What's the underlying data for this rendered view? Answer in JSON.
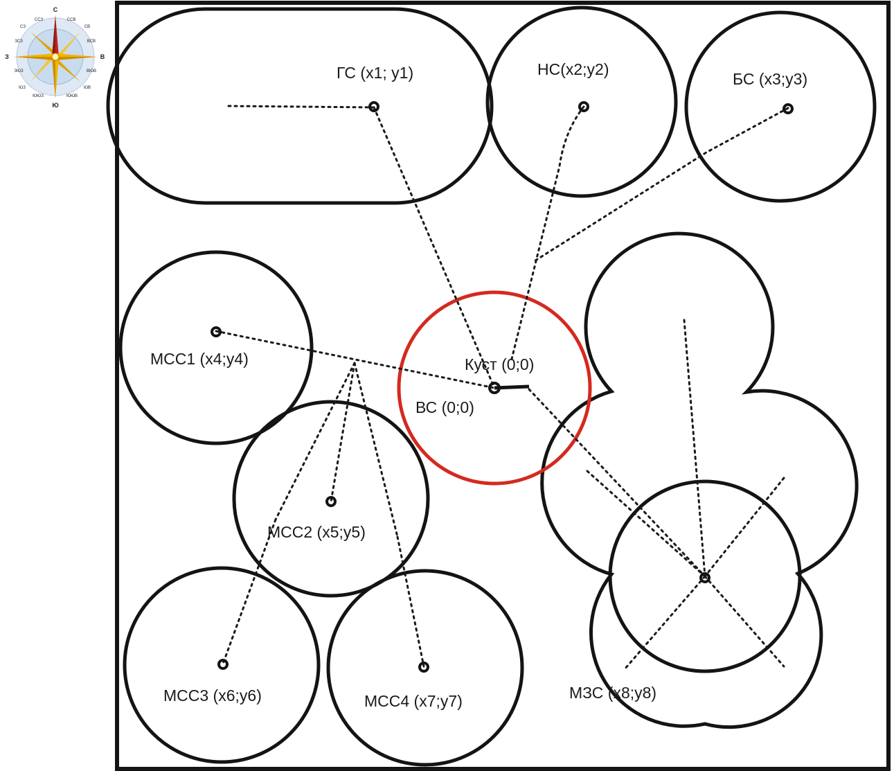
{
  "compass": {
    "n": "С",
    "s": "Ю",
    "e": "В",
    "w": "З",
    "nne": "ССВ",
    "ne": "СВ",
    "ene": "ВСВ",
    "ese": "ВЮВ",
    "se": "ЮВ",
    "sse": "ЮЮВ",
    "ssw": "ЮЮЗ",
    "sw": "ЮЗ",
    "wsw": "ЗЮЗ",
    "wnw": "ЗСЗ",
    "nw": "СЗ",
    "nnw": "ССЗ"
  },
  "sites": {
    "gs": "ГС (x1; y1)",
    "ns": "НС(x2;y2)",
    "bs": "БС (x3;y3)",
    "mss1": "МСС1 (x4;y4)",
    "mss2": "МСС2 (x5;y5)",
    "mss3": "МСС3 (x6;y6)",
    "mss4": "МСС4 (x7;y7)",
    "mzs": "МЗС (x8;y8)",
    "kust": "Куст (0;0)",
    "vs": "ВС (0;0)"
  },
  "colors": {
    "outline": "#141414",
    "center_ring": "#d42a20",
    "rose_gold": "#f2b400",
    "rose_red": "#c0241a"
  }
}
